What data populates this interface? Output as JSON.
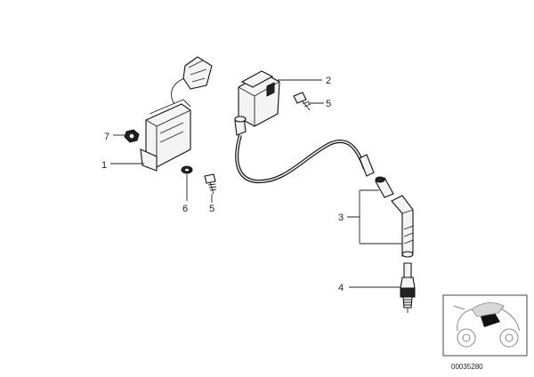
{
  "callouts": {
    "c1": "1",
    "c2": "2",
    "c3": "3",
    "c4": "4",
    "c5a": "5",
    "c5b": "5",
    "c6": "6",
    "c7": "7"
  },
  "thumbnail": {
    "label": "00035280"
  }
}
